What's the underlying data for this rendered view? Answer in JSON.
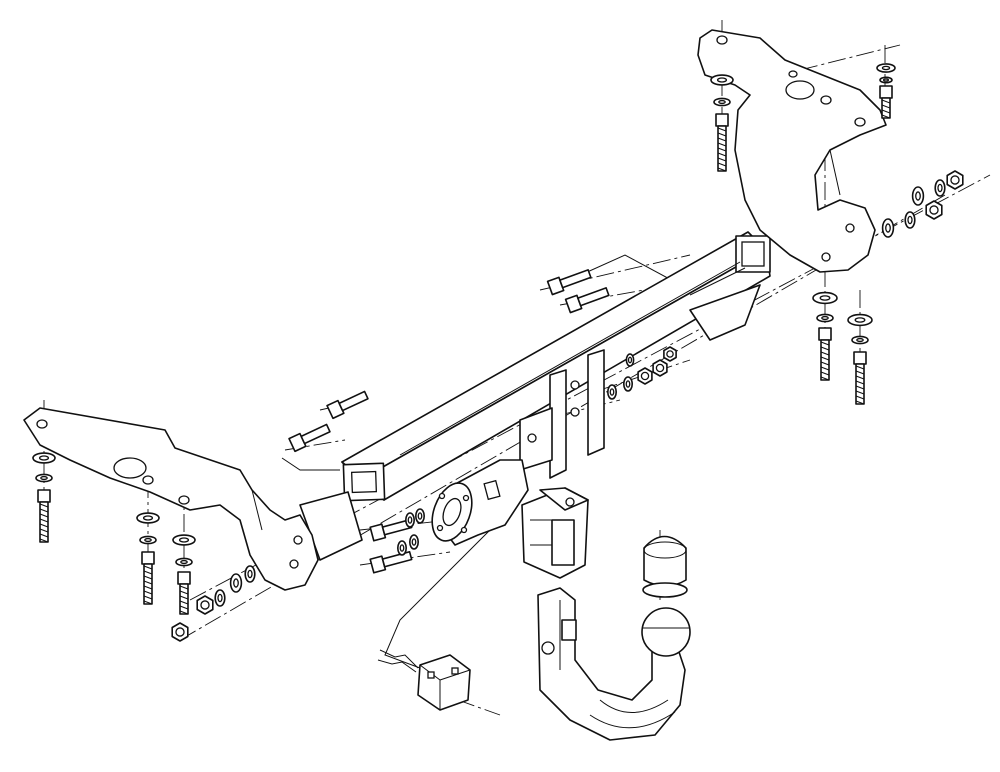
{
  "drawing": {
    "line_color": "#111111",
    "background_color": "#ffffff"
  },
  "parts": [
    {
      "name": "left-mounting-bracket"
    },
    {
      "name": "right-mounting-bracket"
    },
    {
      "name": "crossbar-tube"
    },
    {
      "name": "tow-ball-neck"
    },
    {
      "name": "tow-ball-cover"
    },
    {
      "name": "ball-locking-mechanism"
    },
    {
      "name": "socket-plate"
    },
    {
      "name": "electrical-socket"
    },
    {
      "name": "bolts-nuts-washers"
    }
  ]
}
